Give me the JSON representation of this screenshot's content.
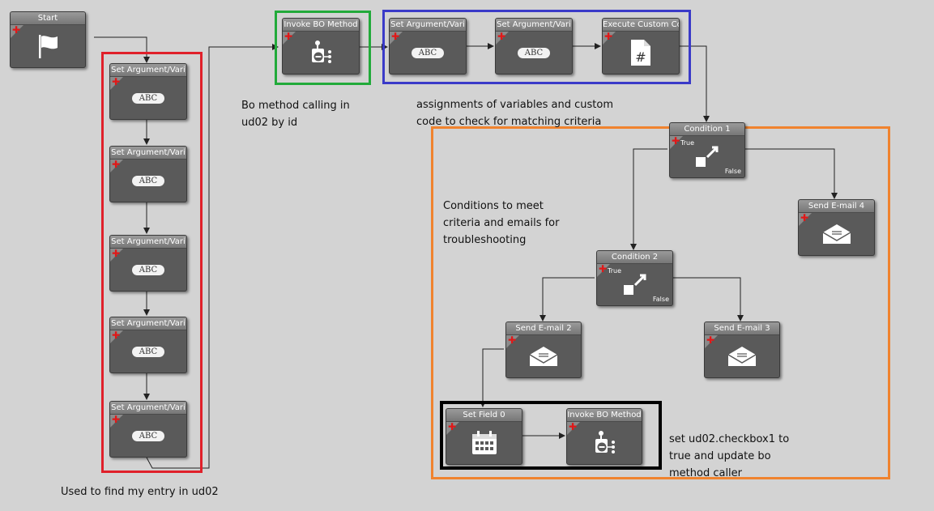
{
  "nodes": {
    "start": "Start",
    "setarg_1": "Set Argument/Vari",
    "setarg_2": "Set Argument/Vari",
    "setarg_3": "Set Argument/Vari",
    "setarg_4": "Set Argument/Vari",
    "setarg_5": "Set Argument/Vari",
    "invoke_1": "Invoke BO Method",
    "setarg_6": "Set Argument/Vari",
    "setarg_7": "Set Argument/Vari",
    "execute_custom": "Execute Custom Co",
    "condition_1": "Condition 1",
    "condition_2": "Condition 2",
    "send_email_2": "Send E-mail 2",
    "send_email_3": "Send E-mail 3",
    "send_email_4": "Send E-mail 4",
    "set_field_0": "Set Field 0",
    "invoke_2": "Invoke BO Method"
  },
  "icon_text": {
    "abc": "ABC",
    "hash": "#"
  },
  "flags": {
    "true": "True",
    "false": "False"
  },
  "annotations": {
    "red": "Used to find my entry in ud02",
    "green": "Bo method calling in\nud02 by id",
    "blue": "assignments of variables and custom\ncode to check for matching criteria",
    "orange": "Conditions to meet\ncriteria and emails for\ntroubleshooting",
    "black": "set ud02.checkbox1 to\ntrue and update bo\nmethod caller"
  },
  "colors": {
    "red": "#e0202a",
    "green": "#22aa3a",
    "blue": "#3a3ac8",
    "orange": "#f0832e",
    "black": "#000000"
  }
}
